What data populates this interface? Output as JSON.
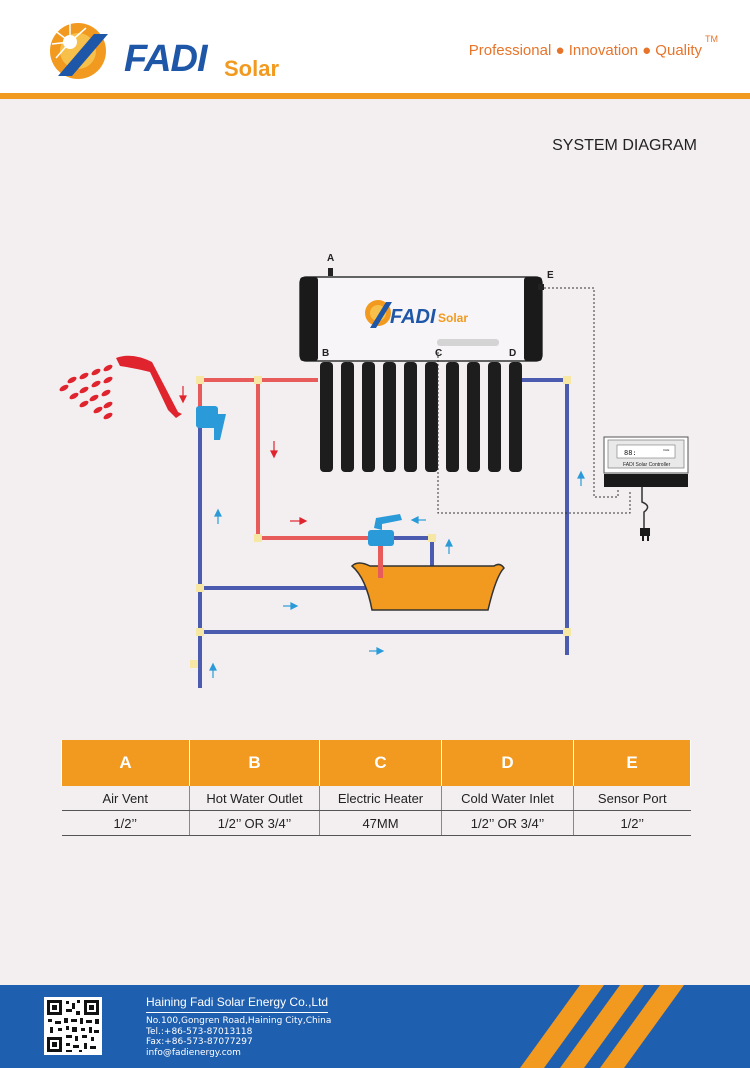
{
  "header": {
    "logo_text": "FADI",
    "logo_sub": "Solar",
    "tagline": "Professional ● Innovation ● Quality",
    "tm": "TM",
    "brand_color": "#f29a1f",
    "blue_color": "#1e56a8"
  },
  "title": "SYSTEM DIAGRAM",
  "diagram": {
    "labels": {
      "a": "A",
      "b": "B",
      "c": "C",
      "d": "D",
      "e": "E"
    },
    "tank_logo_text": "FADI",
    "tank_logo_sub": "Solar",
    "controller_display": "88:",
    "controller_small": "CHE",
    "controller_label": "FADI Solar Controller",
    "hot_color": "#e0242e",
    "cold_color": "#2a9bd8",
    "pipe_hot": "#e75b5b",
    "pipe_cold": "#4a5bb0"
  },
  "table": {
    "headers": [
      "A",
      "B",
      "C",
      "D",
      "E"
    ],
    "rows": [
      [
        "Air Vent",
        "Hot Water Outlet",
        "Electric Heater",
        "Cold Water Inlet",
        "Sensor Port"
      ],
      [
        "1/2’’",
        "1/2’’ OR 3/4’’",
        "47MM",
        "1/2’’ OR 3/4’’",
        "1/2’’"
      ]
    ]
  },
  "footer": {
    "company": "Haining Fadi Solar Energy Co.,Ltd",
    "address": "No.100,Gongren Road,Haining City,China",
    "tel": "Tel.:+86-573-87013118",
    "fax": "Fax:+86-573-87077297",
    "email": "info@fadienergy.com"
  }
}
